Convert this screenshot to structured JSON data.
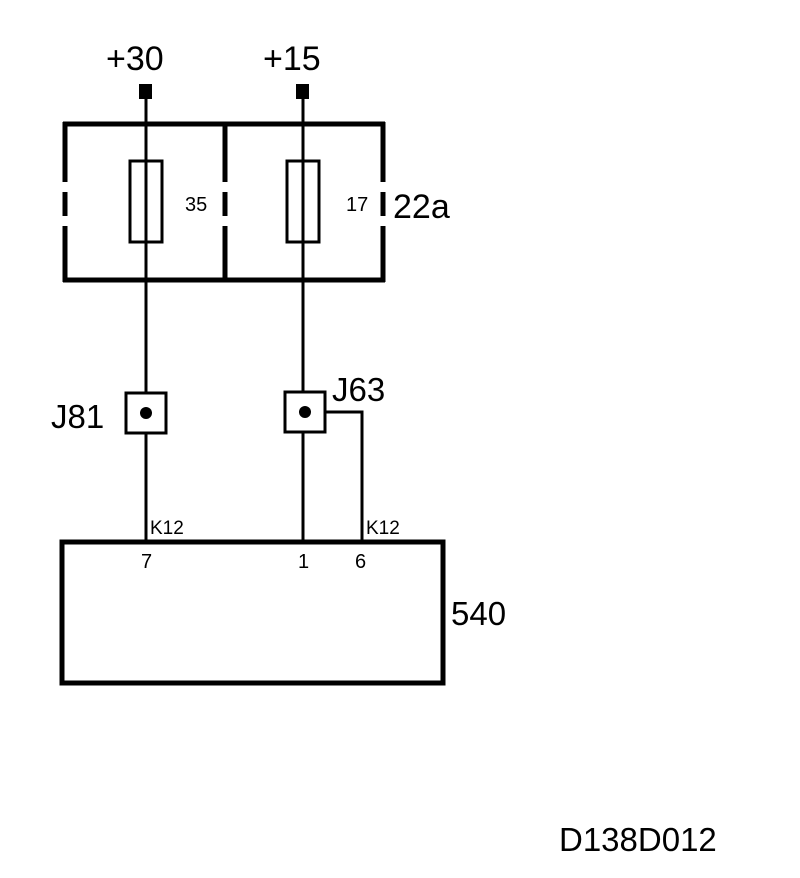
{
  "terminals": {
    "t30": {
      "label": "+30"
    },
    "t15": {
      "label": "+15"
    }
  },
  "fuse_box": {
    "label": "22a",
    "fuse_35": {
      "label": "35"
    },
    "fuse_17": {
      "label": "17"
    }
  },
  "connectors": {
    "j81": {
      "label": "J81"
    },
    "j63": {
      "label": "J63"
    }
  },
  "control_unit": {
    "label": "540",
    "connector_left": "K12",
    "connector_right": "K12",
    "pin_7": "7",
    "pin_1": "1",
    "pin_6": "6"
  },
  "diagram_id": "D138D012",
  "colors": {
    "line": "#000000",
    "background": "#ffffff"
  }
}
